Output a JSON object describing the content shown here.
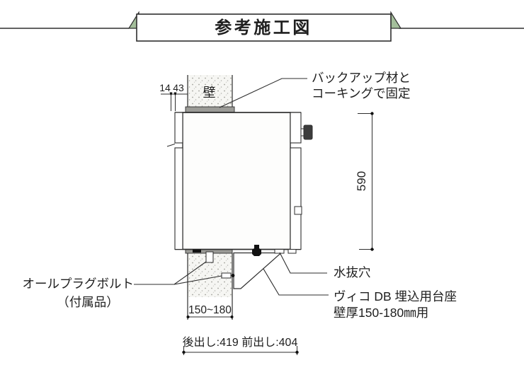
{
  "banner": {
    "title": "参考施工図"
  },
  "diagram": {
    "wall_label": "壁",
    "annotations": {
      "backup_line1": "バックアップ材と",
      "backup_line2": "コーキングで固定",
      "drain_hole": "水抜穴",
      "pedestal_line1": "ヴィコ DB 埋込用台座",
      "pedestal_line2": "壁厚150-180㎜用",
      "plug_bolt_line1": "オールプラグボルト",
      "plug_bolt_line2": "（付属品）"
    },
    "dimensions": {
      "top_gap_1": "14",
      "top_gap_2": "43",
      "height": "590",
      "wall_thickness": "150~180",
      "depth": "後出し:419 前出し:404"
    },
    "colors": {
      "line": "#2e2e2e",
      "banner_green": "#a4bf9b",
      "caulk_gray": "#9b9b97",
      "knob_dark": "#3c3c3c",
      "wall_dot": "#a0a09a"
    }
  }
}
